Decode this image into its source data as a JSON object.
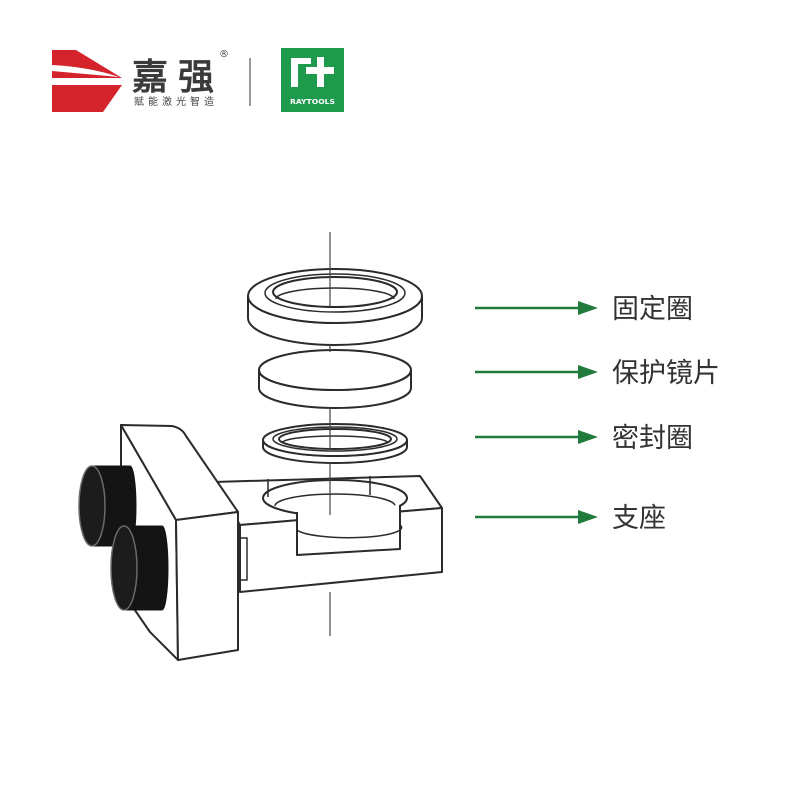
{
  "brand": {
    "name": "嘉强",
    "registered_mark": "®",
    "tagline": "赋能激光智造",
    "partner": "RAYTOOLS"
  },
  "callouts": [
    {
      "label": "固定圈"
    },
    {
      "label": "保护镜片"
    },
    {
      "label": "密封圈"
    },
    {
      "label": "支座"
    }
  ],
  "colors": {
    "brand_red": "#d4232b",
    "partner_green": "#1d9a4c",
    "arrow_green": "#1f7a3c",
    "label_text": "#333333",
    "line_art": "#2b2b2b"
  },
  "icons": {
    "brand_logo": "jiaqiang-logo-icon",
    "partner_logo": "raytools-logo-icon",
    "callout_arrow": "arrow-right-icon"
  }
}
